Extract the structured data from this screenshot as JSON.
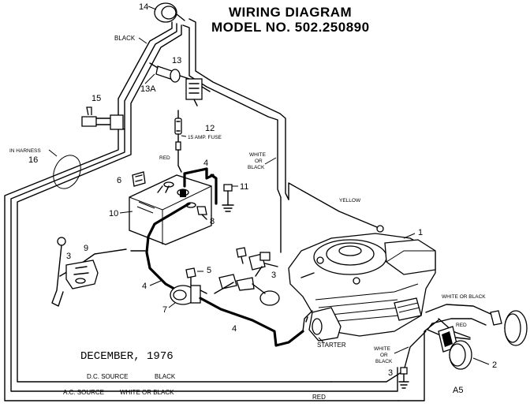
{
  "title": {
    "line1": "WIRING DIAGRAM",
    "line2": "MODEL NO. 502.250890"
  },
  "date": "DECEMBER,  1976",
  "revision": "A5",
  "callouts": {
    "c1": "1",
    "c2": "2",
    "c3a": "3",
    "c3b": "3",
    "c3c": "3",
    "c4a": "4",
    "c4b": "4",
    "c4c": "4",
    "c5": "5",
    "c6": "6",
    "c7": "7",
    "c8": "8",
    "c9": "9",
    "c10": "10",
    "c11": "11",
    "c12": "12",
    "c13": "13",
    "c13a": "13A",
    "c14": "14",
    "c15": "15",
    "c16": "16"
  },
  "labels": {
    "black": "BLACK",
    "fuse": "15 AMP. FUSE",
    "red_top": "RED",
    "white_or": "WHITE",
    "or1": "OR",
    "black2": "BLACK",
    "in_harness": "IN HARNESS",
    "yellow": "YELLOW",
    "white_or_black_right": "WHITE OR BLACK",
    "red_right": "RED",
    "white2": "WHITE",
    "or2": "OR",
    "black3": "BLACK",
    "starter": "STARTER",
    "dc_source": "D.C. SOURCE",
    "dc_black": "BLACK",
    "ac_source": "A.C. SOURCE",
    "ac_white": "WHITE OR BLACK",
    "red_bottom": "RED"
  }
}
